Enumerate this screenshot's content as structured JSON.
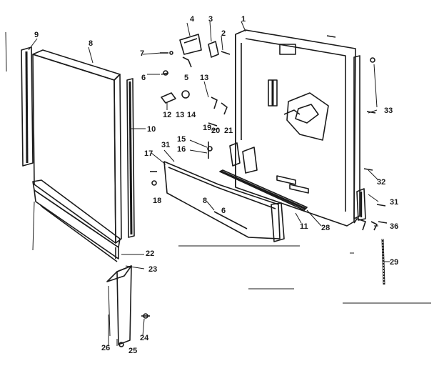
{
  "parts": [
    {
      "id": "p1",
      "label": "1"
    },
    {
      "id": "p2",
      "label": "2"
    },
    {
      "id": "p3",
      "label": "3"
    },
    {
      "id": "p4",
      "label": "4"
    },
    {
      "id": "p5",
      "label": "5"
    },
    {
      "id": "p6",
      "label": "6"
    },
    {
      "id": "p7",
      "label": "7"
    },
    {
      "id": "p8",
      "label": "8"
    },
    {
      "id": "p8b",
      "label": "8"
    },
    {
      "id": "p9",
      "label": "9"
    },
    {
      "id": "p10",
      "label": "10"
    },
    {
      "id": "p11",
      "label": "11"
    },
    {
      "id": "p12",
      "label": "12"
    },
    {
      "id": "p13a",
      "label": "13"
    },
    {
      "id": "p13b",
      "label": "13"
    },
    {
      "id": "p14",
      "label": "14"
    },
    {
      "id": "p15",
      "label": "15"
    },
    {
      "id": "p16",
      "label": "16"
    },
    {
      "id": "p17",
      "label": "17"
    },
    {
      "id": "p18",
      "label": "18"
    },
    {
      "id": "p19",
      "label": "19"
    },
    {
      "id": "p20",
      "label": "20"
    },
    {
      "id": "p21",
      "label": "21"
    },
    {
      "id": "p22",
      "label": "22"
    },
    {
      "id": "p23",
      "label": "23"
    },
    {
      "id": "p24",
      "label": "24"
    },
    {
      "id": "p25",
      "label": "25"
    },
    {
      "id": "p26",
      "label": "26"
    },
    {
      "id": "p28",
      "label": "28"
    },
    {
      "id": "p29",
      "label": "29"
    },
    {
      "id": "p31a",
      "label": "31"
    },
    {
      "id": "p31b",
      "label": "31"
    },
    {
      "id": "p32",
      "label": "32"
    },
    {
      "id": "p33",
      "label": "33"
    },
    {
      "id": "p36",
      "label": "36"
    }
  ]
}
